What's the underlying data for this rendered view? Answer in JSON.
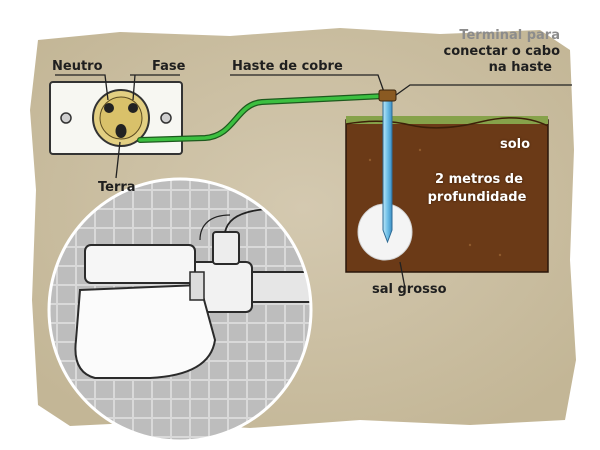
{
  "labels": {
    "neutro": "Neutro",
    "fase": "Fase",
    "terra": "Terra",
    "haste_de_cobre": "Haste de cobre",
    "terminal_line1": "Terminal para",
    "terminal_line2": "conectar o cabo",
    "terminal_line3": "na haste",
    "solo": "solo",
    "depth_line1": "2 metros de",
    "depth_line2": "profundidade",
    "sal_grosso": "sal grosso"
  },
  "colors": {
    "background": "#cfc3a9",
    "soil": "#6b3a17",
    "grass": "#86a24a",
    "ground_wire": "#36b33a",
    "copper_rod": "#7ec9ea",
    "outlet_face": "#e3cf82",
    "salt": "#f4f4f4",
    "terminal_clamp": "#8a5a22"
  },
  "icons": {
    "outlet": "three-pin-outlet-icon",
    "magnifier": "shower-heater-detail-icon"
  }
}
